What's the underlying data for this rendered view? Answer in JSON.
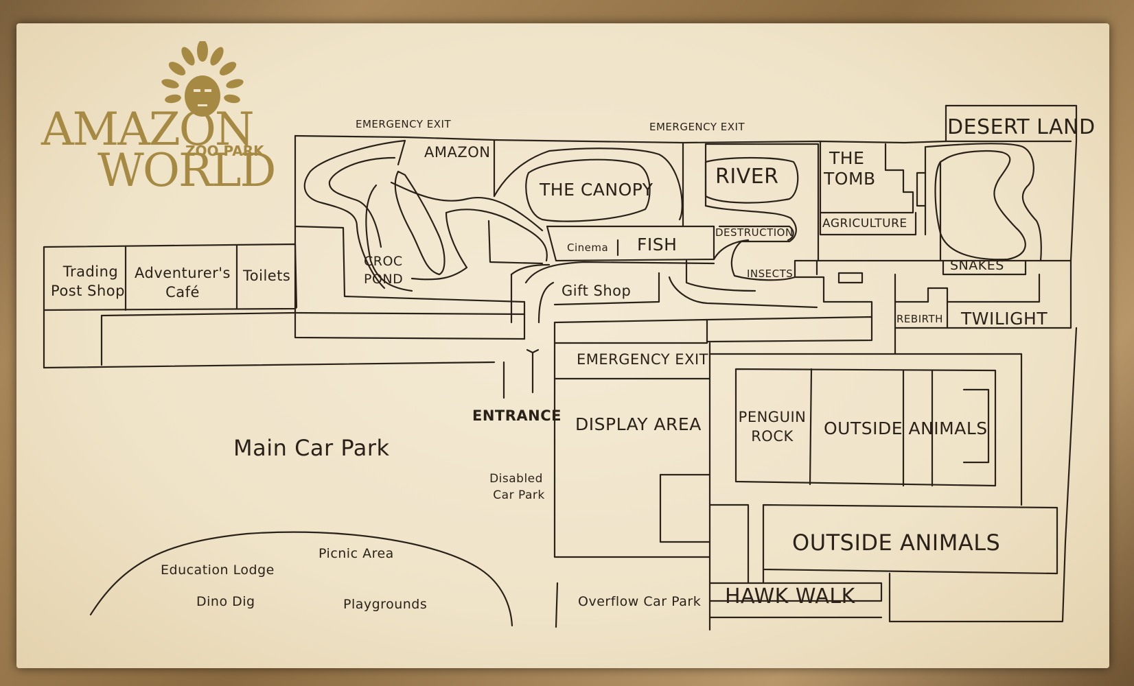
{
  "logo": {
    "line1": "AMAZON",
    "line2": "ZOO PARK",
    "line3": "WORLD",
    "color": "#a68a43"
  },
  "labels": {
    "emergency_exit_1": "EMERGENCY EXIT",
    "emergency_exit_2": "EMERGENCY EXIT",
    "emergency_exit_3": "EMERGENCY EXIT",
    "amazon": "AMAZON",
    "the_canopy": "THE CANOPY",
    "river": "RIVER",
    "the_tomb_1": "THE",
    "the_tomb_2": "TOMB",
    "desert_land": "DESERT LAND",
    "agriculture": "AGRICULTURE",
    "destruction": "DESTRUCTION",
    "cinema": "Cinema",
    "fish": "FISH",
    "insects": "INSECTS",
    "snakes": "SNAKES",
    "croc_pond_1": "CROC",
    "croc_pond_2": "POND",
    "gift_shop": "Gift Shop",
    "trading_post_1": "Trading",
    "trading_post_2": "Post Shop",
    "adventurers_1": "Adventurer's",
    "adventurers_2": "Café",
    "toilets": "Toilets",
    "rebirth": "REBIRTH",
    "twilight": "TWILIGHT",
    "entrance": "ENTRANCE",
    "display_area": "DISPLAY AREA",
    "penguin_1": "PENGUIN",
    "penguin_2": "ROCK",
    "outside_animals_1": "OUTSIDE ANIMALS",
    "outside_animals_2": "OUTSIDE ANIMALS",
    "main_car_park": "Main Car Park",
    "disabled_1": "Disabled",
    "disabled_2": "Car Park",
    "picnic_area": "Picnic Area",
    "education_lodge": "Education Lodge",
    "dino_dig": "Dino Dig",
    "playgrounds": "Playgrounds",
    "overflow_car_park": "Overflow Car Park",
    "hawk_walk": "HAWK WALK"
  }
}
